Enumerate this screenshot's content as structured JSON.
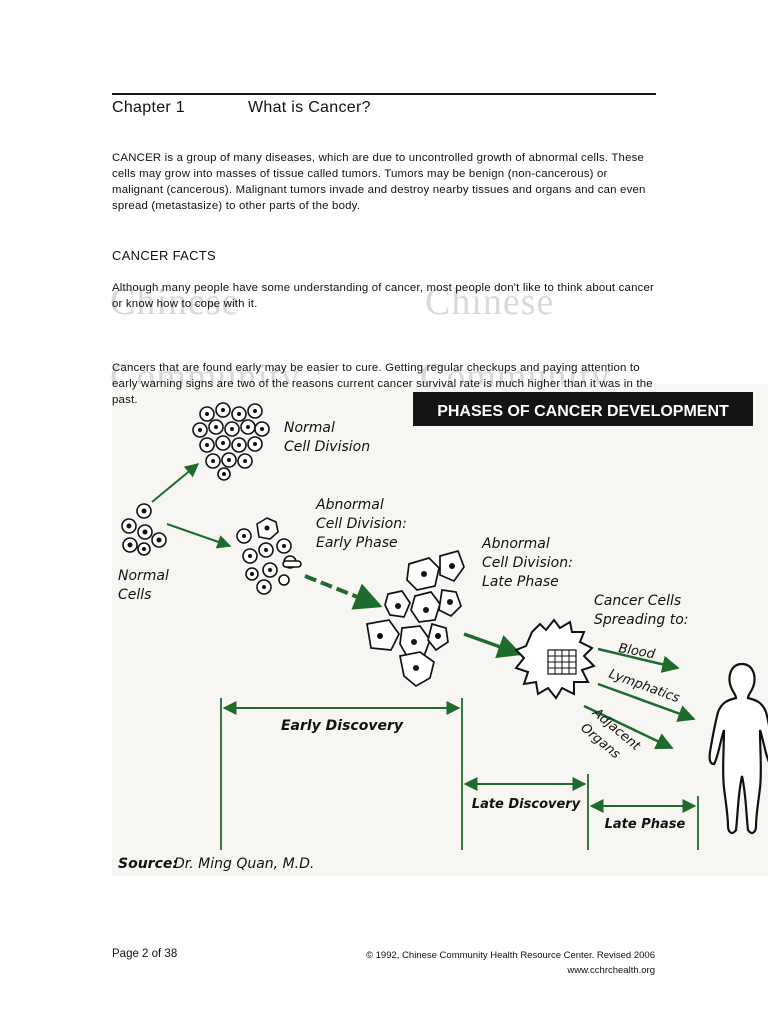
{
  "header": {
    "chapter": "Chapter 1",
    "title": "What is Cancer?"
  },
  "intro": {
    "paragraph": "CANCER is a group of many diseases, which are due to uncontrolled growth of abnormal cells. These cells may grow into masses of tissue called tumors. Tumors may be benign (non-cancerous) or malignant (cancerous). Malignant tumors invade and destroy nearby tissues and organs and can even spread (metastasize) to other parts of the body."
  },
  "facts": {
    "heading": "CANCER FACTS",
    "paragraph1": "Although many people have some understanding of cancer, most people don't like to think about cancer or know how to cope with it.",
    "paragraph2": "Cancers that are found early may be easier to cure. Getting regular checkups and paying attention to early warning signs are two of the reasons current cancer survival rate is much higher than it was in the past."
  },
  "watermark": {
    "line1": "Chinese",
    "line2": "Community"
  },
  "figure": {
    "banner": "PHASES OF CANCER DEVELOPMENT",
    "normal_cell_division": [
      "Normal",
      "Cell Division"
    ],
    "normal_cells": [
      "Normal",
      "Cells"
    ],
    "abnormal_early": [
      "Abnormal",
      "Cell Division:",
      "Early Phase"
    ],
    "abnormal_late": [
      "Abnormal",
      "Cell Division:",
      "Late Phase"
    ],
    "spreading": [
      "Cancer Cells",
      "Spreading to:"
    ],
    "targets": [
      "Blood",
      "Lymphatics",
      "Adjacent",
      "Organs"
    ],
    "early_discovery": "Early Discovery",
    "late_discovery": "Late Discovery",
    "late_phase": "Late Phase",
    "source_label": "Source:",
    "source_value": "Dr. Ming Quan, M.D.",
    "arrow_color": "#1f6b2e"
  },
  "footer": {
    "page": "Page 2 of 38",
    "copyright": "© 1992, Chinese Community Health Resource Center. Revised 2006",
    "website": "www.cchrchealth.org"
  }
}
